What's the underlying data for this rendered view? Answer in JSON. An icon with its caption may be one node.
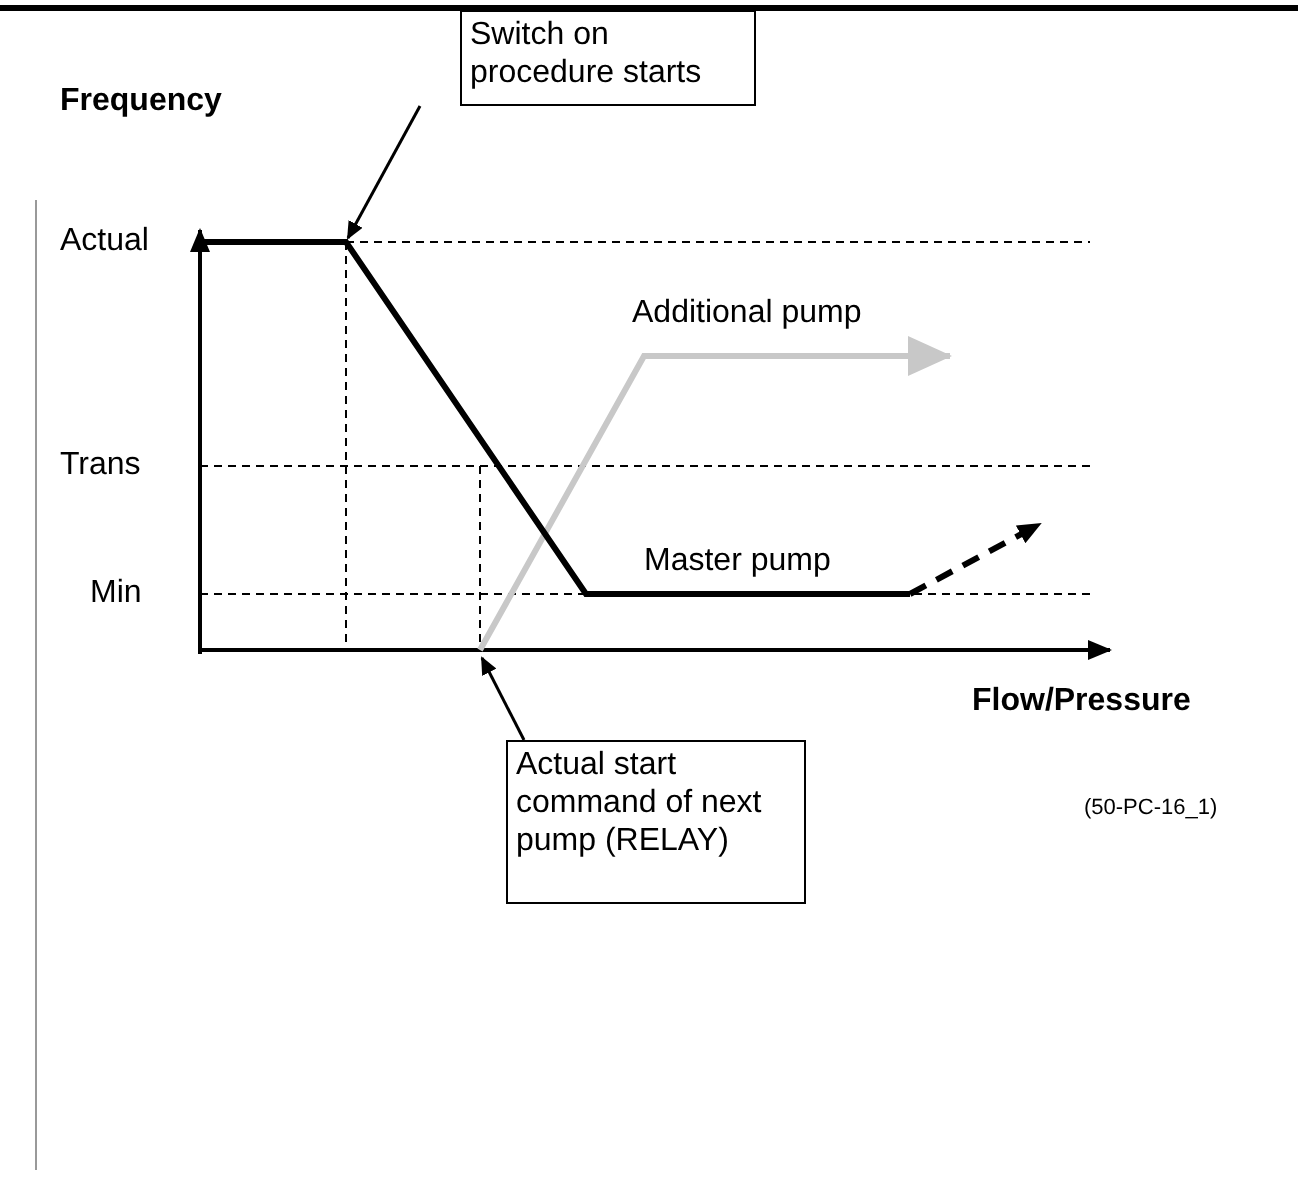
{
  "diagram": {
    "nodes": [
      {
        "text": [
          "Switch on procedure starts"
        ]
      },
      {
        "text": [
          "Actual start command of next pump (RELAY)"
        ]
      }
    ],
    "edges": [
      {
        "from": 0,
        "to": null,
        "arrow": "to"
      },
      {
        "from": 1,
        "to": null,
        "arrow": "to"
      }
    ],
    "labels": [
      "Frequency",
      "Actual",
      "Additional pump",
      "Trans",
      "Master pump",
      "Min",
      "Flow/Pressure",
      "(50-PC-16_1)"
    ]
  }
}
